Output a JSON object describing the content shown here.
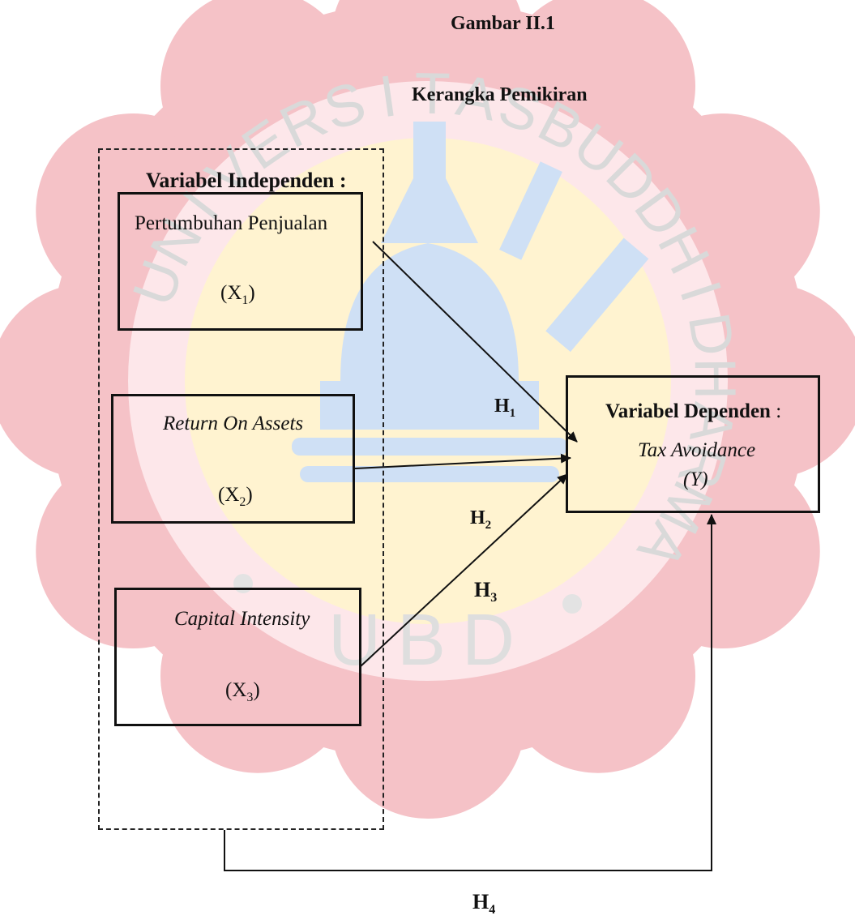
{
  "figure": {
    "caption_number": "Gambar II.1",
    "caption_title": "Kerangka Pemikiran"
  },
  "watermark": {
    "ring_text": "UNIVERSITAS BUDDHI DHARMA",
    "bottom_text": "UBD",
    "colors": {
      "petal": "#f5c2c7",
      "core": "#fff3d0",
      "stupa": "#cfe0f5",
      "letters": "#d9d9d9"
    }
  },
  "independent": {
    "group_label": "Variabel Independen :",
    "variables": [
      {
        "name": "Pertumbuhan Penjualan",
        "symbol": "(X",
        "sub": "1",
        "close": ")"
      },
      {
        "name": "Return On Assets",
        "symbol": "(X",
        "sub": "2",
        "close": ")"
      },
      {
        "name": "Capital Intensity",
        "symbol": "(X",
        "sub": "3",
        "close": ")"
      }
    ]
  },
  "dependent": {
    "label": "Variabel Dependen",
    "colon": " :",
    "name": "Tax Avoidance",
    "symbol": "(Y)"
  },
  "hypotheses": [
    {
      "letter": "H",
      "sub": "1"
    },
    {
      "letter": "H",
      "sub": "2"
    },
    {
      "letter": "H",
      "sub": "3"
    },
    {
      "letter": "H",
      "sub": "4"
    }
  ]
}
